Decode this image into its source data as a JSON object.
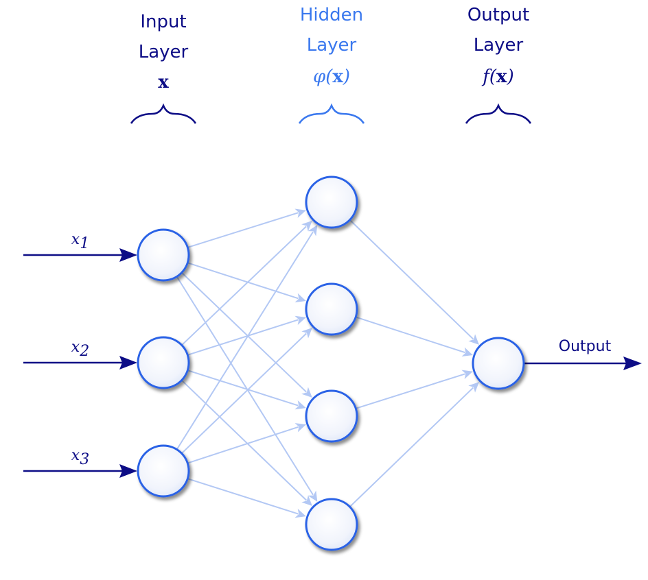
{
  "colors": {
    "dark": "#0d0d86",
    "accent": "#3a78ee",
    "edge": "#b3c8f4",
    "node_stroke": "#2a62e6"
  },
  "layers": [
    {
      "line1": "Input",
      "line2": "Layer",
      "symbol_pre": "",
      "symbol_bold": "x",
      "symbol_post": "",
      "color": "#0d0d86",
      "nodes": 3
    },
    {
      "line1": "Hidden",
      "line2": "Layer",
      "symbol_pre": "φ(",
      "symbol_bold": "x",
      "symbol_post": ")",
      "color": "#3a78ee",
      "nodes": 4
    },
    {
      "line1": "Output",
      "line2": "Layer",
      "symbol_pre": "f(",
      "symbol_bold": "x",
      "symbol_post": ")",
      "color": "#0d0d86",
      "nodes": 1
    }
  ],
  "inputs": [
    {
      "var": "x",
      "sub": "1"
    },
    {
      "var": "x",
      "sub": "2"
    },
    {
      "var": "x",
      "sub": "3"
    }
  ],
  "output_label": "Output"
}
